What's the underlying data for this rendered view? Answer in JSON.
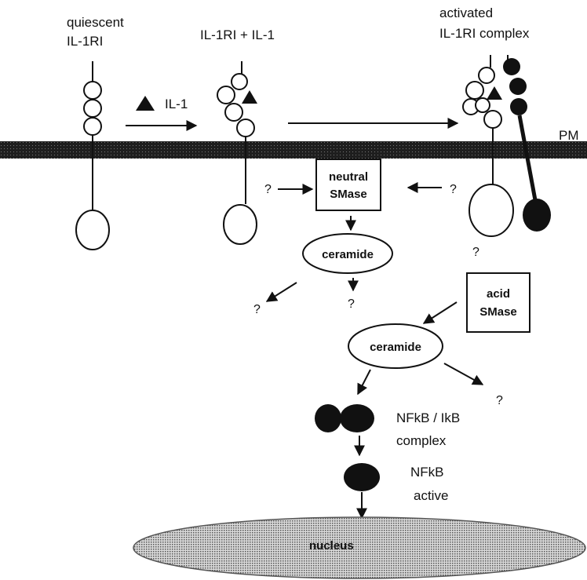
{
  "labels": {
    "quiescent_line1": "quiescent",
    "quiescent_line2": "IL-1RI",
    "bound": "IL-1RI  +  IL-1",
    "activated_line1": "activated",
    "activated_line2": "IL-1RI  complex",
    "ligand": "IL-1",
    "membrane": "PM",
    "neutral_smase_line1": "neutral",
    "neutral_smase_line2": "SMase",
    "acid_smase_line1": "acid",
    "acid_smase_line2": "SMase",
    "ceramide_upper": "ceramide",
    "ceramide_lower": "ceramide",
    "nfkb_complex_line1": "NFkB / IkB",
    "nfkb_complex_line2": "complex",
    "nfkb_active_line1": "NFkB",
    "nfkb_active_line2": "active",
    "nucleus": "nucleus",
    "unknown": "?"
  },
  "colors": {
    "ink": "#111111",
    "membrane": "#2a2a2a",
    "nucleus_fill": "#c8c8c8",
    "background": "#ffffff"
  }
}
